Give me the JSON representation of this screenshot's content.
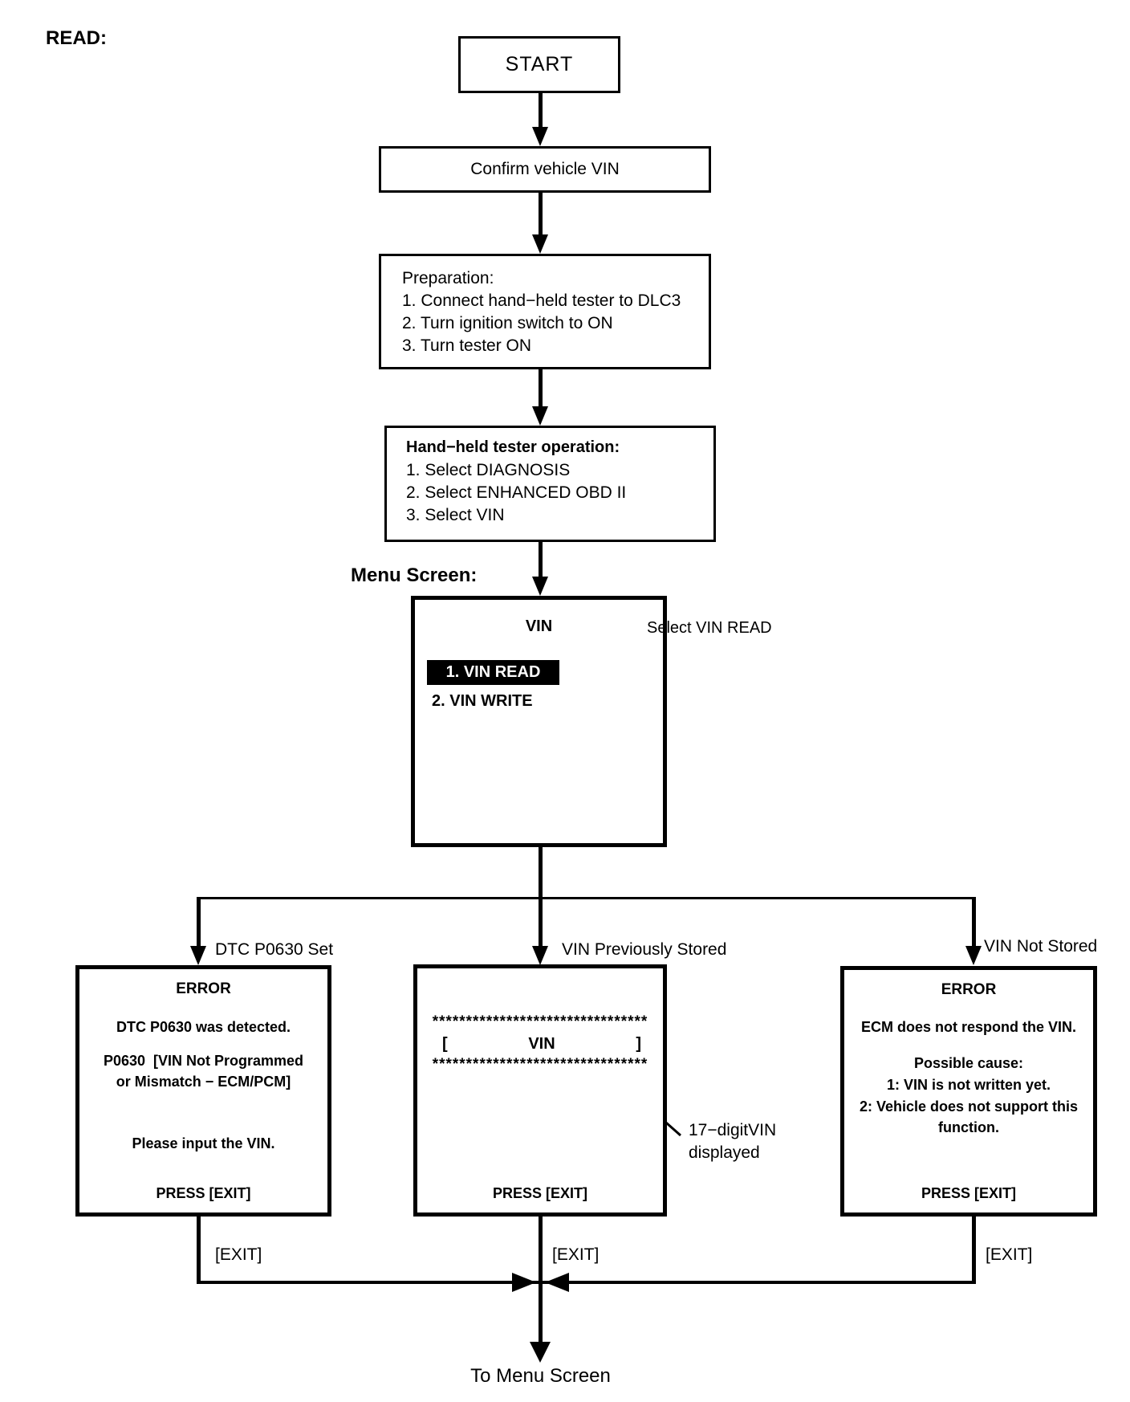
{
  "colors": {
    "ink": "#000000",
    "paper": "#ffffff",
    "highlight_bg": "#000000",
    "highlight_text": "#ffffff"
  },
  "labels": {
    "read": "READ:",
    "menu_screen": "Menu Screen:",
    "to_menu_screen": "To Menu Screen"
  },
  "nodes": {
    "start": "START",
    "confirm_vin": "Confirm vehicle VIN",
    "preparation": {
      "title": "Preparation:",
      "step1": "1. Connect hand−held tester to DLC3",
      "step2": "2. Turn ignition switch to ON",
      "step3": "3. Turn tester ON"
    },
    "tester_operation": {
      "title": "Hand−held tester operation:",
      "step1": "1. Select DIAGNOSIS",
      "step2": "2. Select ENHANCED OBD II",
      "step3": "3. Select VIN"
    },
    "vin_menu": {
      "title": "VIN",
      "item_read": "1. VIN READ",
      "item_write": "2. VIN WRITE",
      "callout": "Select VIN READ"
    }
  },
  "branches": {
    "dtc_set": {
      "label": "DTC P0630 Set",
      "title": "ERROR",
      "line1": "DTC P0630 was detected.",
      "line2a": "P0630  [VIN Not Programmed",
      "line2b": "or Mismatch − ECM/PCM]",
      "line3": "Please input the VIN.",
      "press": "PRESS [EXIT]",
      "exit": "[EXIT]"
    },
    "vin_stored": {
      "label": "VIN Previously Stored",
      "stars_top": "********************************",
      "bracket_open": "[",
      "vin": "VIN",
      "bracket_close": "]",
      "stars_bottom": "********************************",
      "annotation_line1": "17−digitVIN",
      "annotation_line2": "displayed",
      "press": "PRESS [EXIT]",
      "exit": "[EXIT]"
    },
    "vin_not_stored": {
      "label": "VIN Not Stored",
      "title": "ERROR",
      "line1": "ECM does not respond the VIN.",
      "line2": "Possible cause:",
      "line3": "1: VIN is not written yet.",
      "line4": "2: Vehicle does not support this",
      "line5": "function.",
      "press": "PRESS [EXIT]",
      "exit": "[EXIT]"
    }
  }
}
